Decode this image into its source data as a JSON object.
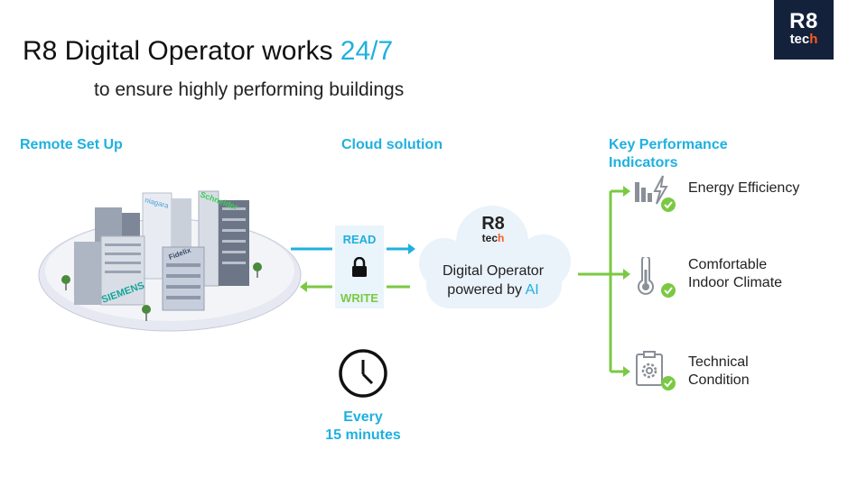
{
  "header": {
    "title_main": "R8 Digital Operator works ",
    "title_accent": "24/7",
    "subtitle": "to ensure highly performing buildings"
  },
  "logo": {
    "r8": "R8",
    "tech_main": "tec",
    "tech_accent": "h"
  },
  "sections": {
    "remote": "Remote Set Up",
    "cloud": "Cloud solution",
    "kpi_line1": "Key Performance",
    "kpi_line2": "Indicators"
  },
  "buildings": {
    "brands": [
      "SIEMENS",
      "Schneider",
      "Fidelix",
      "niagara"
    ]
  },
  "flow": {
    "read": "READ",
    "write": "WRITE"
  },
  "cloud": {
    "logo_r8": "R8",
    "logo_tech_main": "tec",
    "logo_tech_accent": "h",
    "line1": "Digital Operator",
    "line2_main": "powered by ",
    "line2_accent": "AI"
  },
  "schedule": {
    "line1": "Every",
    "line2": "15 minutes"
  },
  "kpis": [
    {
      "line1": "Energy Efficiency",
      "line2": "",
      "icon": "energy-chart-icon"
    },
    {
      "line1": "Comfortable",
      "line2": "Indoor Climate",
      "icon": "thermometer-icon"
    },
    {
      "line1": "Technical",
      "line2": "Condition",
      "icon": "gear-clipboard-icon"
    }
  ],
  "colors": {
    "accent": "#1fb0e0",
    "green": "#7ac943",
    "navy": "#13213b",
    "orange": "#ff5a1f"
  }
}
